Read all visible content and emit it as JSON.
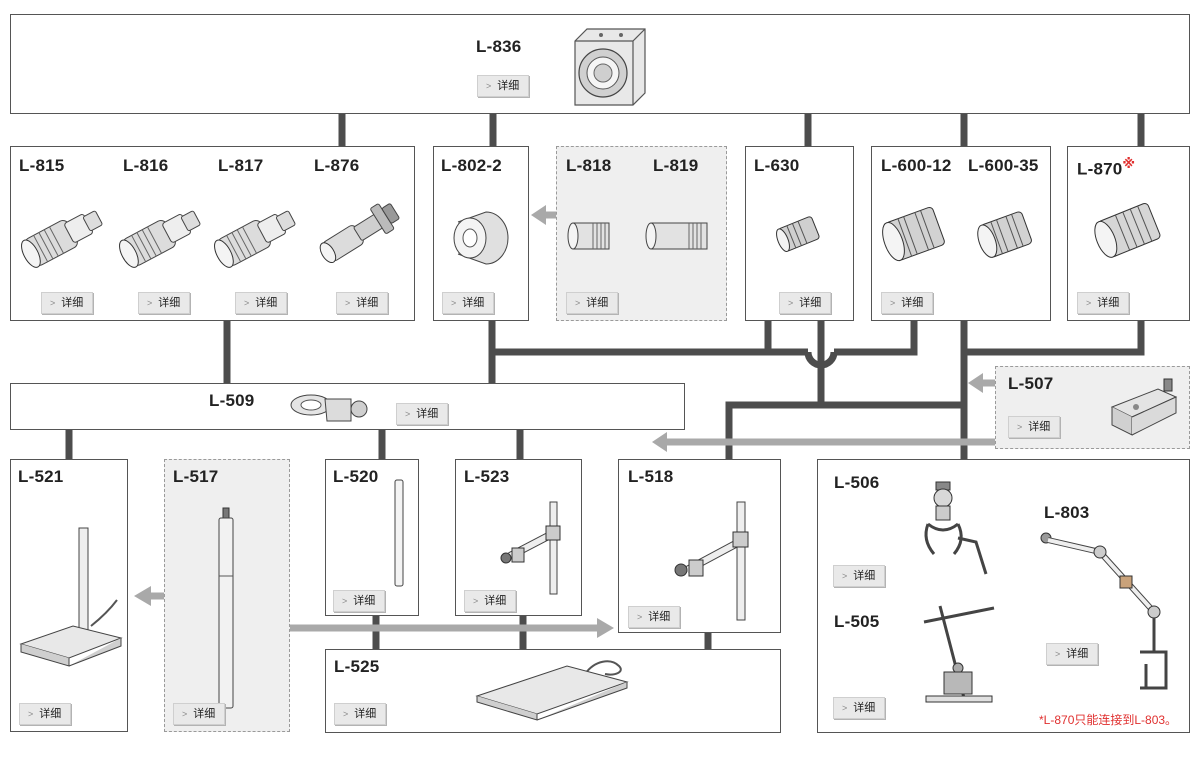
{
  "detail_label": "详细",
  "products": {
    "l836": "L-836",
    "l815": "L-815",
    "l816": "L-816",
    "l817": "L-817",
    "l876": "L-876",
    "l802_2": "L-802-2",
    "l818": "L-818",
    "l819": "L-819",
    "l630": "L-630",
    "l600_12": "L-600-12",
    "l600_35": "L-600-35",
    "l870": "L-870",
    "l509": "L-509",
    "l507": "L-507",
    "l521": "L-521",
    "l517": "L-517",
    "l520": "L-520",
    "l523": "L-523",
    "l518": "L-518",
    "l525": "L-525",
    "l506": "L-506",
    "l803": "L-803",
    "l505": "L-505"
  },
  "asterisk": "※",
  "note": "*L-870只能连接到L-803。",
  "colors": {
    "connector": "#4d4d4d",
    "arrow": "#a9a9a9",
    "note": "#e0302f"
  }
}
